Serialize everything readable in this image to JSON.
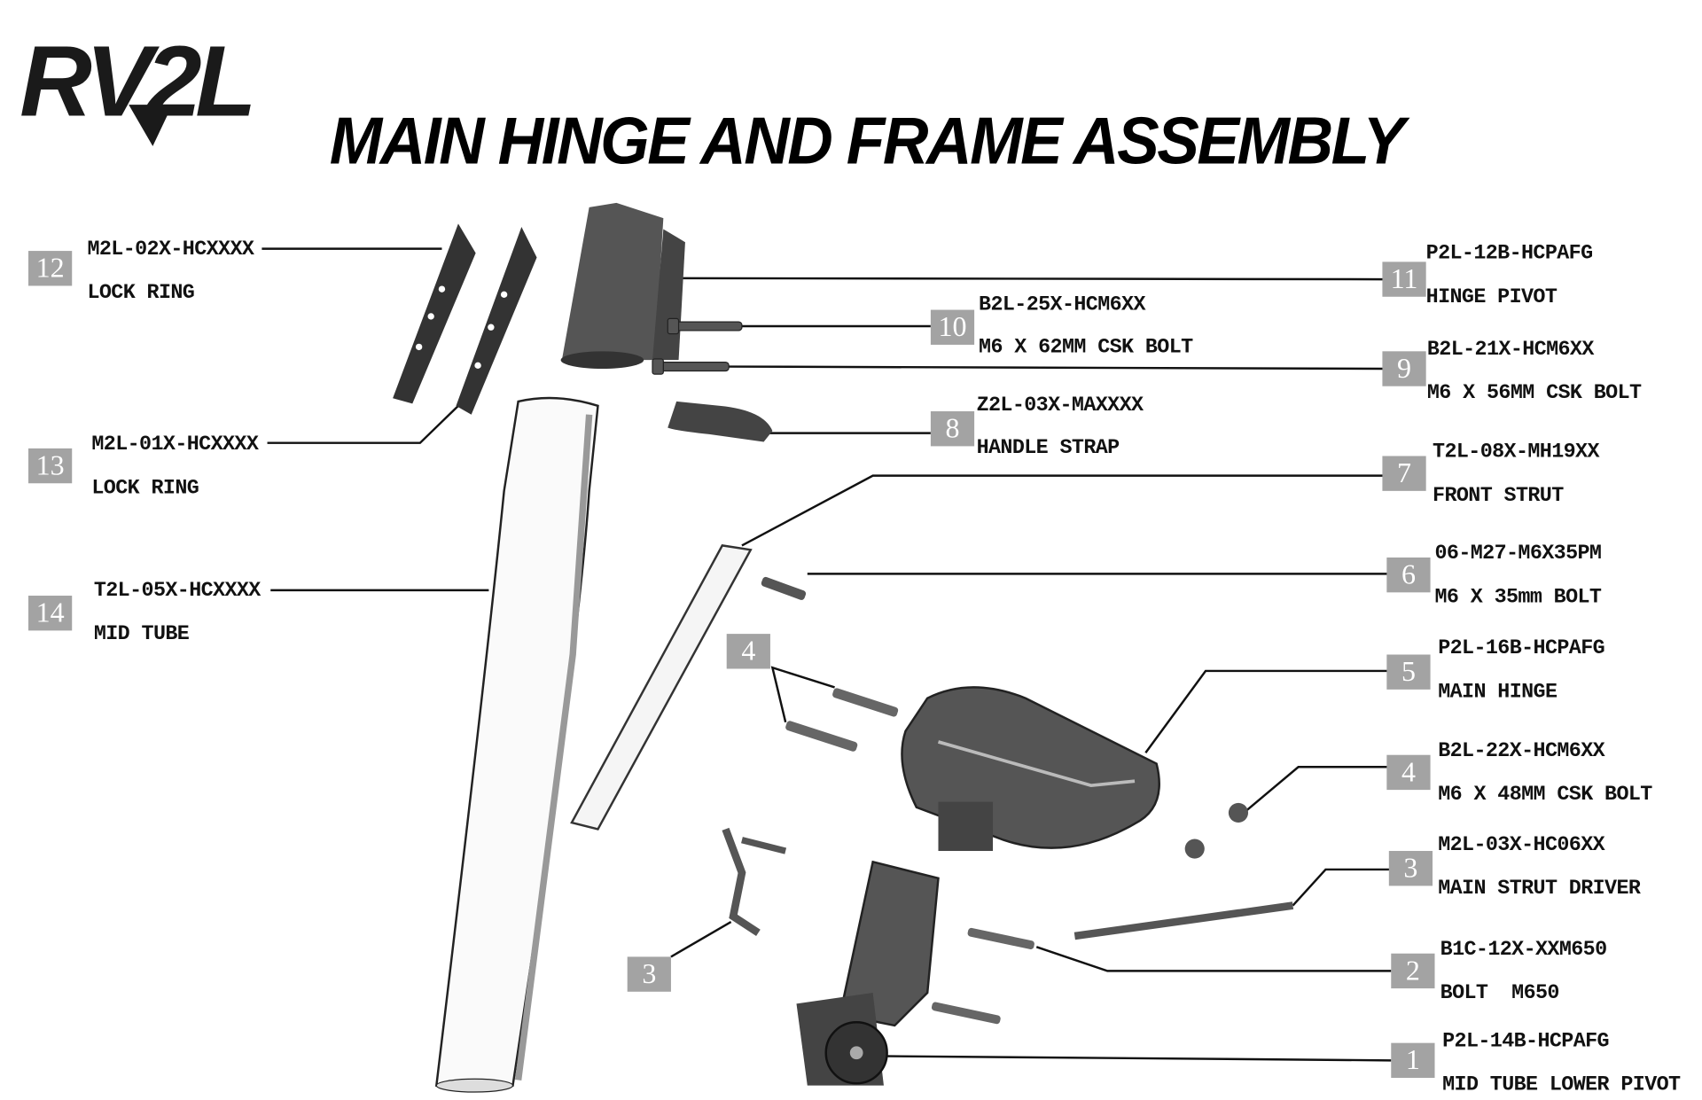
{
  "brand": {
    "logo_text": "RV2L"
  },
  "title": "MAIN HINGE AND FRAME ASSEMBLY",
  "colors": {
    "badge": "#a3a3a3",
    "part_dark": "#3a3a3a",
    "part_mid": "#6e6e6e",
    "line": "#111111"
  },
  "parts": [
    {
      "num": "1",
      "code": "P2L-14B-HCPAFG",
      "name": "MID TUBE LOWER PIVOT"
    },
    {
      "num": "2",
      "code": "B1C-12X-XXM650",
      "name": "BOLT  M650"
    },
    {
      "num": "3",
      "code": "M2L-03X-HC06XX",
      "name": "MAIN STRUT DRIVER"
    },
    {
      "num": "4",
      "code": "B2L-22X-HCM6XX",
      "name": "M6 X 48MM CSK BOLT"
    },
    {
      "num": "5",
      "code": "P2L-16B-HCPAFG",
      "name": "MAIN HINGE"
    },
    {
      "num": "6",
      "code": "06-M27-M6X35PM",
      "name": "M6 X 35mm BOLT"
    },
    {
      "num": "7",
      "code": "T2L-08X-MH19XX",
      "name": "FRONT STRUT"
    },
    {
      "num": "8",
      "code": "Z2L-03X-MAXXXX",
      "name": "HANDLE STRAP"
    },
    {
      "num": "9",
      "code": "B2L-21X-HCM6XX",
      "name": "M6 X 56MM CSK BOLT"
    },
    {
      "num": "10",
      "code": "B2L-25X-HCM6XX",
      "name": "M6 X 62MM CSK BOLT"
    },
    {
      "num": "11",
      "code": "P2L-12B-HCPAFG",
      "name": "HINGE PIVOT"
    },
    {
      "num": "12",
      "code": "M2L-02X-HCXXXX",
      "name": "LOCK RING"
    },
    {
      "num": "13",
      "code": "M2L-01X-HCXXXX",
      "name": "LOCK RING"
    },
    {
      "num": "14",
      "code": "T2L-05X-HCXXXX",
      "name": "MID TUBE"
    }
  ],
  "extra_callouts": {
    "left_4": "4",
    "left_3": "3"
  }
}
